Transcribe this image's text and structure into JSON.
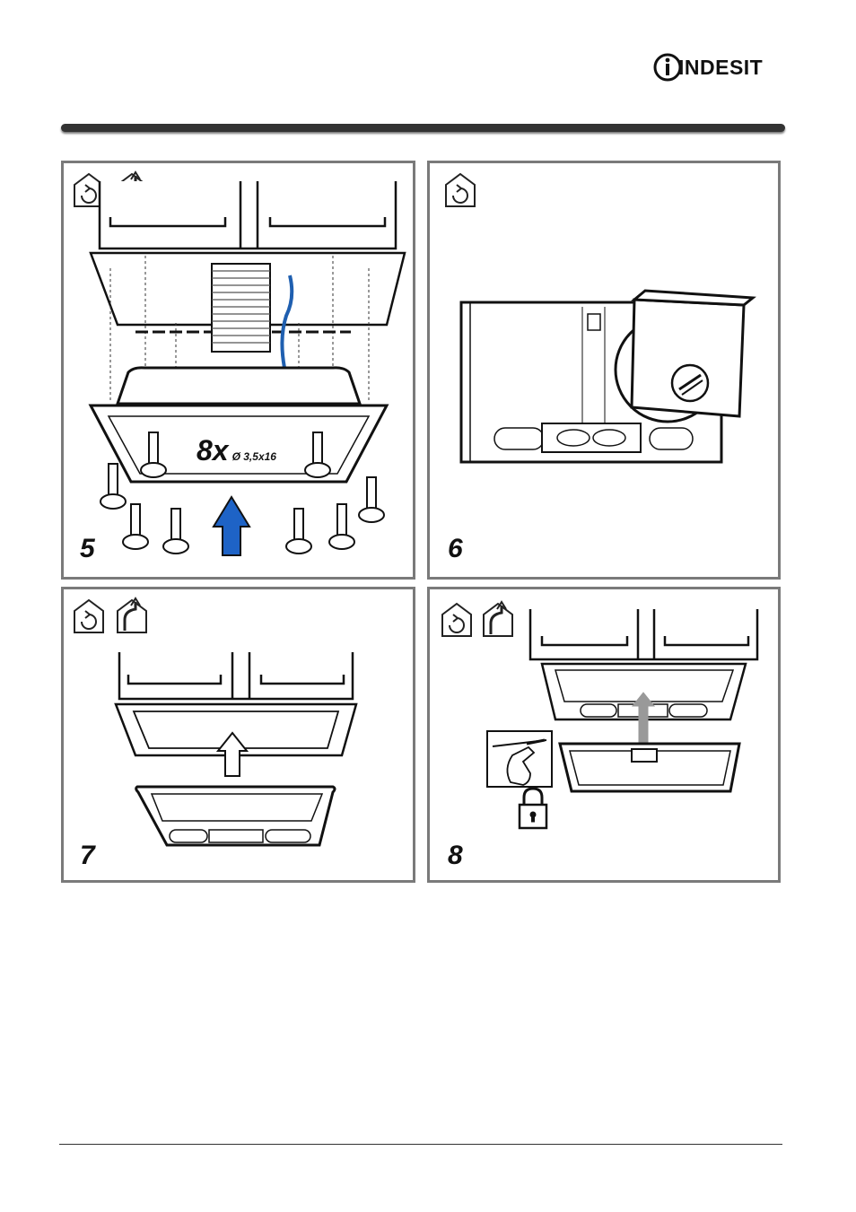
{
  "brand": {
    "name": "INDESIT"
  },
  "panels": [
    {
      "step": "5",
      "screw_count": "8x",
      "screw_size": "Ø 3,5x16"
    },
    {
      "step": "6"
    },
    {
      "step": "7"
    },
    {
      "step": "8"
    }
  ]
}
